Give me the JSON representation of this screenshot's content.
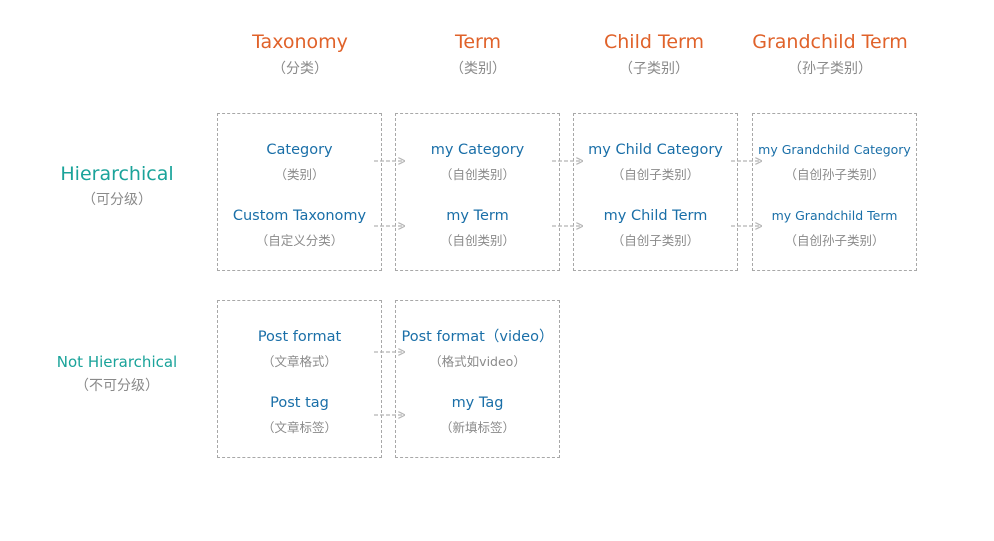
{
  "columns": [
    {
      "title": "Taxonomy",
      "sub": "（分类）"
    },
    {
      "title": "Term",
      "sub": "（类别）"
    },
    {
      "title": "Child Term",
      "sub": "（子类别）"
    },
    {
      "title": "Grandchild Term",
      "sub": "（孙子类别）"
    }
  ],
  "rows": [
    {
      "title": "Hierarchical",
      "sub": "（可分级）"
    },
    {
      "title": "Not Hierarchical",
      "sub": "（不可分级）"
    }
  ],
  "hierarchical": {
    "taxonomy": [
      {
        "title": "Category",
        "sub": "（类别）"
      },
      {
        "title": "Custom Taxonomy",
        "sub": "（自定义分类）"
      }
    ],
    "term": [
      {
        "title": "my Category",
        "sub": "（自创类别）"
      },
      {
        "title": "my Term",
        "sub": "（自创类别）"
      }
    ],
    "child": [
      {
        "title": "my Child Category",
        "sub": "（自创子类别）"
      },
      {
        "title": "my Child Term",
        "sub": "（自创子类别）"
      }
    ],
    "grandchild": [
      {
        "title": "my Grandchild Category",
        "sub": "（自创孙子类别）"
      },
      {
        "title": "my Grandchild Term",
        "sub": "（自创孙子类别）"
      }
    ]
  },
  "flat": {
    "taxonomy": [
      {
        "title": "Post format",
        "sub": "（文章格式）"
      },
      {
        "title": "Post tag",
        "sub": "（文章标签）"
      }
    ],
    "term": [
      {
        "title": "Post format（video）",
        "sub": "（格式如video）"
      },
      {
        "title": "my Tag",
        "sub": "（新填标签）"
      }
    ]
  },
  "colors": {
    "header": "#e0622a",
    "row_label": "#1aa39a",
    "entry": "#1a6fa8",
    "muted": "#8a8a8a",
    "box_border": "#a8a8a8",
    "arrow": "#b5b5b5"
  }
}
